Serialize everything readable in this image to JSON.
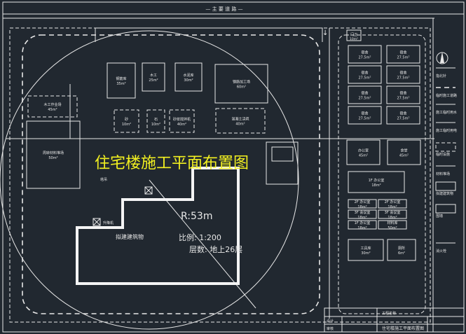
{
  "drawing": {
    "top_label": "— 主 要 道 路 —",
    "title": "住宅楼施工平面布置图",
    "radius": "R:53m",
    "scale": "比例: 1:200",
    "floors": "层数: 地上26层",
    "building_label": "拟建建筑物",
    "crane_label": "塔吊",
    "hoist_label": "升降机"
  },
  "site_facilities": [
    {
      "label": "钢筋库",
      "area": "35m²"
    },
    {
      "label": "木工",
      "area": "25m²"
    },
    {
      "label": "水泥库",
      "area": "30m²"
    },
    {
      "label": "钢筋加工场",
      "area": "60m²"
    },
    {
      "label": "混凝土浇筑",
      "area": "40m²"
    },
    {
      "label": "砂",
      "area": "10m²"
    },
    {
      "label": "石",
      "area": "10m²"
    },
    {
      "label": "砂浆搅拌机",
      "area": "40m²"
    },
    {
      "label": "木工作业场",
      "area": "45m²"
    },
    {
      "label": "周转材料堆场",
      "area": "50m²"
    }
  ],
  "dorms": [
    {
      "label": "宿舍",
      "area": "27.5m²"
    },
    {
      "label": "宿舍",
      "area": "27.5m²"
    },
    {
      "label": "宿舍",
      "area": "27.5m²"
    },
    {
      "label": "宿舍",
      "area": "27.5m²"
    },
    {
      "label": "宿舍",
      "area": "27.5m²"
    },
    {
      "label": "宿舍",
      "area": "27.5m²"
    },
    {
      "label": "宿舍",
      "area": "27.5m²"
    },
    {
      "label": "宿舍",
      "area": "27.5m²"
    }
  ],
  "gate_label": "门卫",
  "gate_area": "10m²",
  "misc": [
    {
      "label": "办公室",
      "area": "45m²"
    },
    {
      "label": "食堂",
      "area": "45m²"
    },
    {
      "label": "1F 办公室",
      "area": "18m²"
    },
    {
      "label": "2F 办公室",
      "area": "18m²"
    },
    {
      "label": "3F 会议室",
      "area": "18m²"
    },
    {
      "label": "1F 办公室",
      "area": "18m²"
    },
    {
      "label": "2F 办公室",
      "area": "18m²"
    },
    {
      "label": "3F 会议室",
      "area": "18m²"
    },
    {
      "label": "材料库",
      "area": "50m²"
    },
    {
      "label": "工具库",
      "area": "30m²"
    },
    {
      "label": "厕所",
      "area": "6m²"
    }
  ],
  "legend": [
    {
      "label": "指北针"
    },
    {
      "label": "临时施工道路"
    },
    {
      "label": "施工临时用水"
    },
    {
      "label": "施工临时用电"
    },
    {
      "label": "临时设施"
    },
    {
      "label": "材料堆场"
    },
    {
      "label": "拟建建筑物"
    },
    {
      "label": "围墙"
    },
    {
      "label": "消火栓"
    }
  ],
  "title_block": {
    "name": "住宅楼施工平面布置图",
    "row1": "工程名称",
    "row2": "设计",
    "row3": "审核"
  },
  "colors": {
    "background": "#212830",
    "line": "#e8e8e8",
    "title": "#f2f020"
  }
}
